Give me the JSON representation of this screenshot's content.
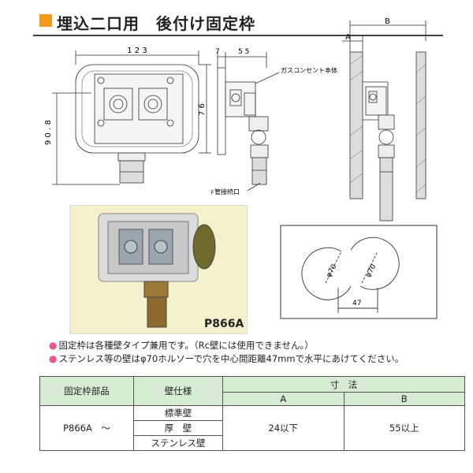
{
  "title": "埋込二口用　後付け固定枠",
  "front_view": {
    "width_label": "1 2 3",
    "height_label": "9 0 . 8",
    "inner_height_label": "7 6"
  },
  "side_view": {
    "depth_label_small": "7",
    "depth_label_large": "5 5",
    "gas_outlet_label": "ガスコンセント本体",
    "flex_pipe_label": "フレキ管接続口"
  },
  "wall_view": {
    "a_label": "A",
    "b_label": "B"
  },
  "hole_diagram": {
    "diameter_left": "φ70",
    "diameter_right": "φ70",
    "distance_label": "47"
  },
  "photo": {
    "model_label": "P866A"
  },
  "notes": [
    "固定枠は各種壁タイプ兼用です。（Rc壁には使用できません。）",
    "ステンレス等の壁はφ70ホルソーで穴を中心間距離47mmで水平にあけてください。"
  ],
  "table": {
    "col_part": "固定枠部品",
    "col_wall": "壁仕様",
    "col_dim": "寸　法",
    "col_a": "A",
    "col_b": "B",
    "part": "P866A　～",
    "walls": [
      "標準壁",
      "厚　壁",
      "ステンレス壁"
    ],
    "a_value": "24以下",
    "b_value": "55以上"
  },
  "colors": {
    "accent": "#f39a1d",
    "bullet": "#e9568b",
    "table_header": "#d6ecd3",
    "photo_bg": "#f4f2cc"
  }
}
